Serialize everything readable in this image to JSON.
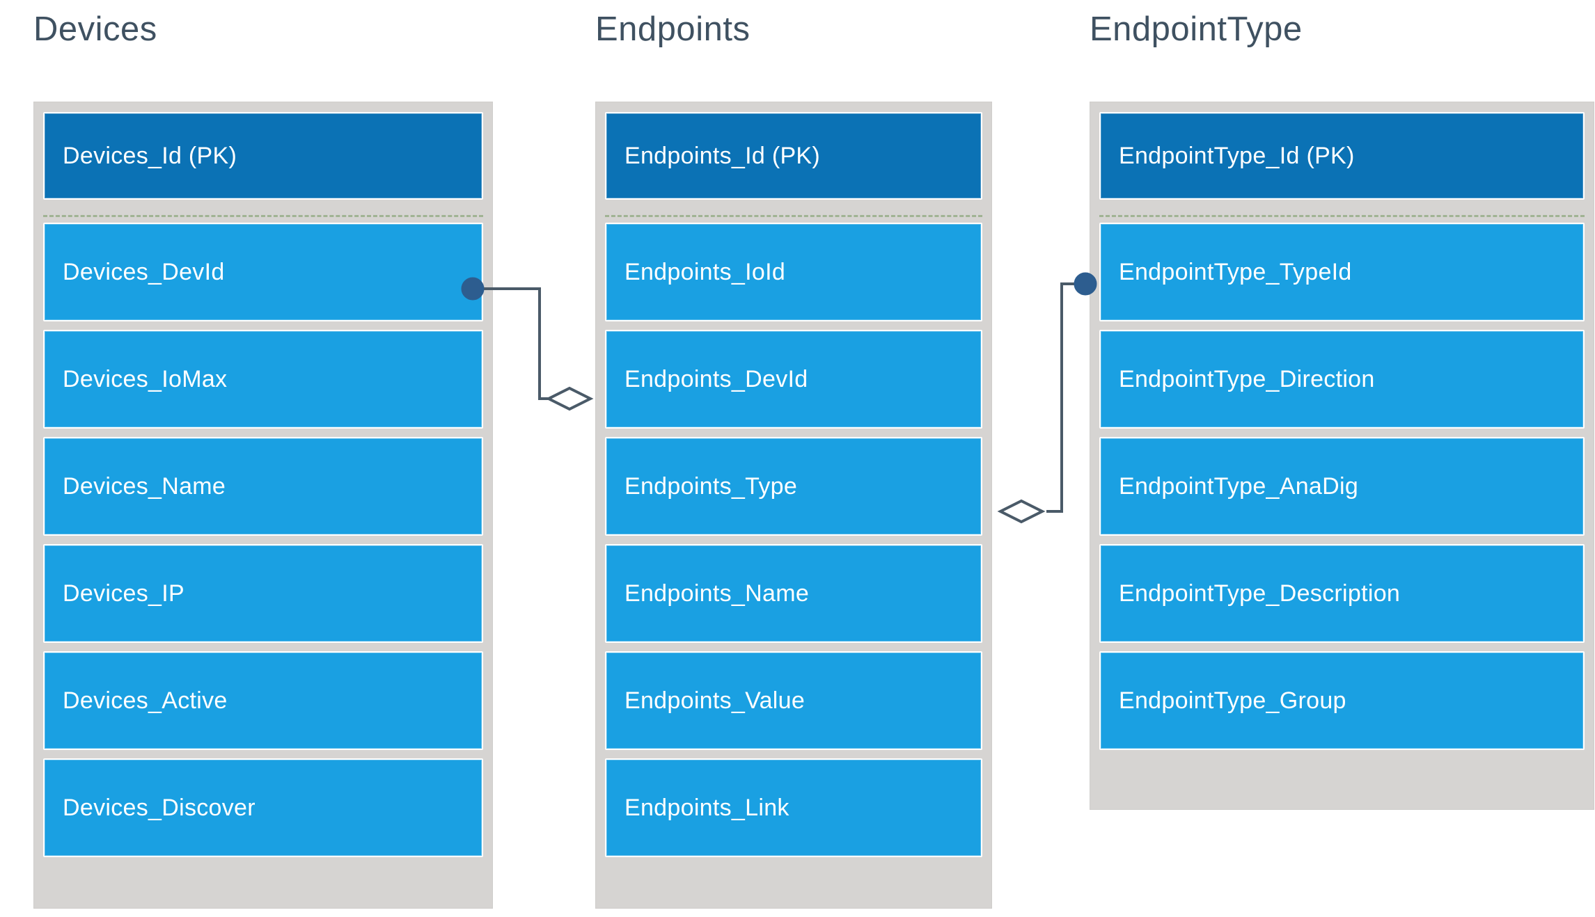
{
  "diagram": {
    "type": "entity-relationship",
    "background": "#ffffff",
    "colors": {
      "title_text": "#3f5161",
      "primary_key_row": "#0b72b5",
      "attribute_row": "#1aa0e2",
      "entity_container": "#d6d4d2",
      "row_text": "#ffffff",
      "separator": "#8fa97f",
      "connector_line": "#4a5a68"
    },
    "entities": [
      {
        "name": "Devices",
        "title": "Devices",
        "attributes": [
          {
            "label": "Devices_Id (PK)",
            "is_pk": true
          },
          {
            "label": "Devices_DevId",
            "is_pk": false
          },
          {
            "label": "Devices_IoMax",
            "is_pk": false
          },
          {
            "label": "Devices_Name",
            "is_pk": false
          },
          {
            "label": "Devices_IP",
            "is_pk": false
          },
          {
            "label": "Devices_Active",
            "is_pk": false
          },
          {
            "label": "Devices_Discover",
            "is_pk": false
          }
        ]
      },
      {
        "name": "Endpoints",
        "title": "Endpoints",
        "attributes": [
          {
            "label": "Endpoints_Id (PK)",
            "is_pk": true
          },
          {
            "label": "Endpoints_IoId",
            "is_pk": false
          },
          {
            "label": "Endpoints_DevId",
            "is_pk": false
          },
          {
            "label": "Endpoints_Type",
            "is_pk": false
          },
          {
            "label": "Endpoints_Name",
            "is_pk": false
          },
          {
            "label": "Endpoints_Value",
            "is_pk": false
          },
          {
            "label": "Endpoints_Link",
            "is_pk": false
          }
        ]
      },
      {
        "name": "EndpointType",
        "title": "EndpointType",
        "attributes": [
          {
            "label": "EndpointType_Id (PK)",
            "is_pk": true
          },
          {
            "label": "EndpointType_TypeId",
            "is_pk": false
          },
          {
            "label": "EndpointType_Direction",
            "is_pk": false
          },
          {
            "label": "EndpointType_AnaDig",
            "is_pk": false
          },
          {
            "label": "EndpointType_Description",
            "is_pk": false
          },
          {
            "label": "EndpointType_Group",
            "is_pk": false
          }
        ]
      }
    ],
    "relationships": [
      {
        "name": "devices-to-endpoints",
        "from_entity": "Devices",
        "from_attribute": "Devices_DevId",
        "from_marker": "filled-circle",
        "to_entity": "Endpoints",
        "to_attribute": "Endpoints_DevId",
        "to_marker": "open-diamond"
      },
      {
        "name": "endpoints-to-endpointtype",
        "from_entity": "Endpoints",
        "from_attribute": "Endpoints_Type",
        "from_marker": "open-diamond",
        "to_entity": "EndpointType",
        "to_attribute": "EndpointType_TypeId",
        "to_marker": "filled-circle"
      }
    ]
  }
}
